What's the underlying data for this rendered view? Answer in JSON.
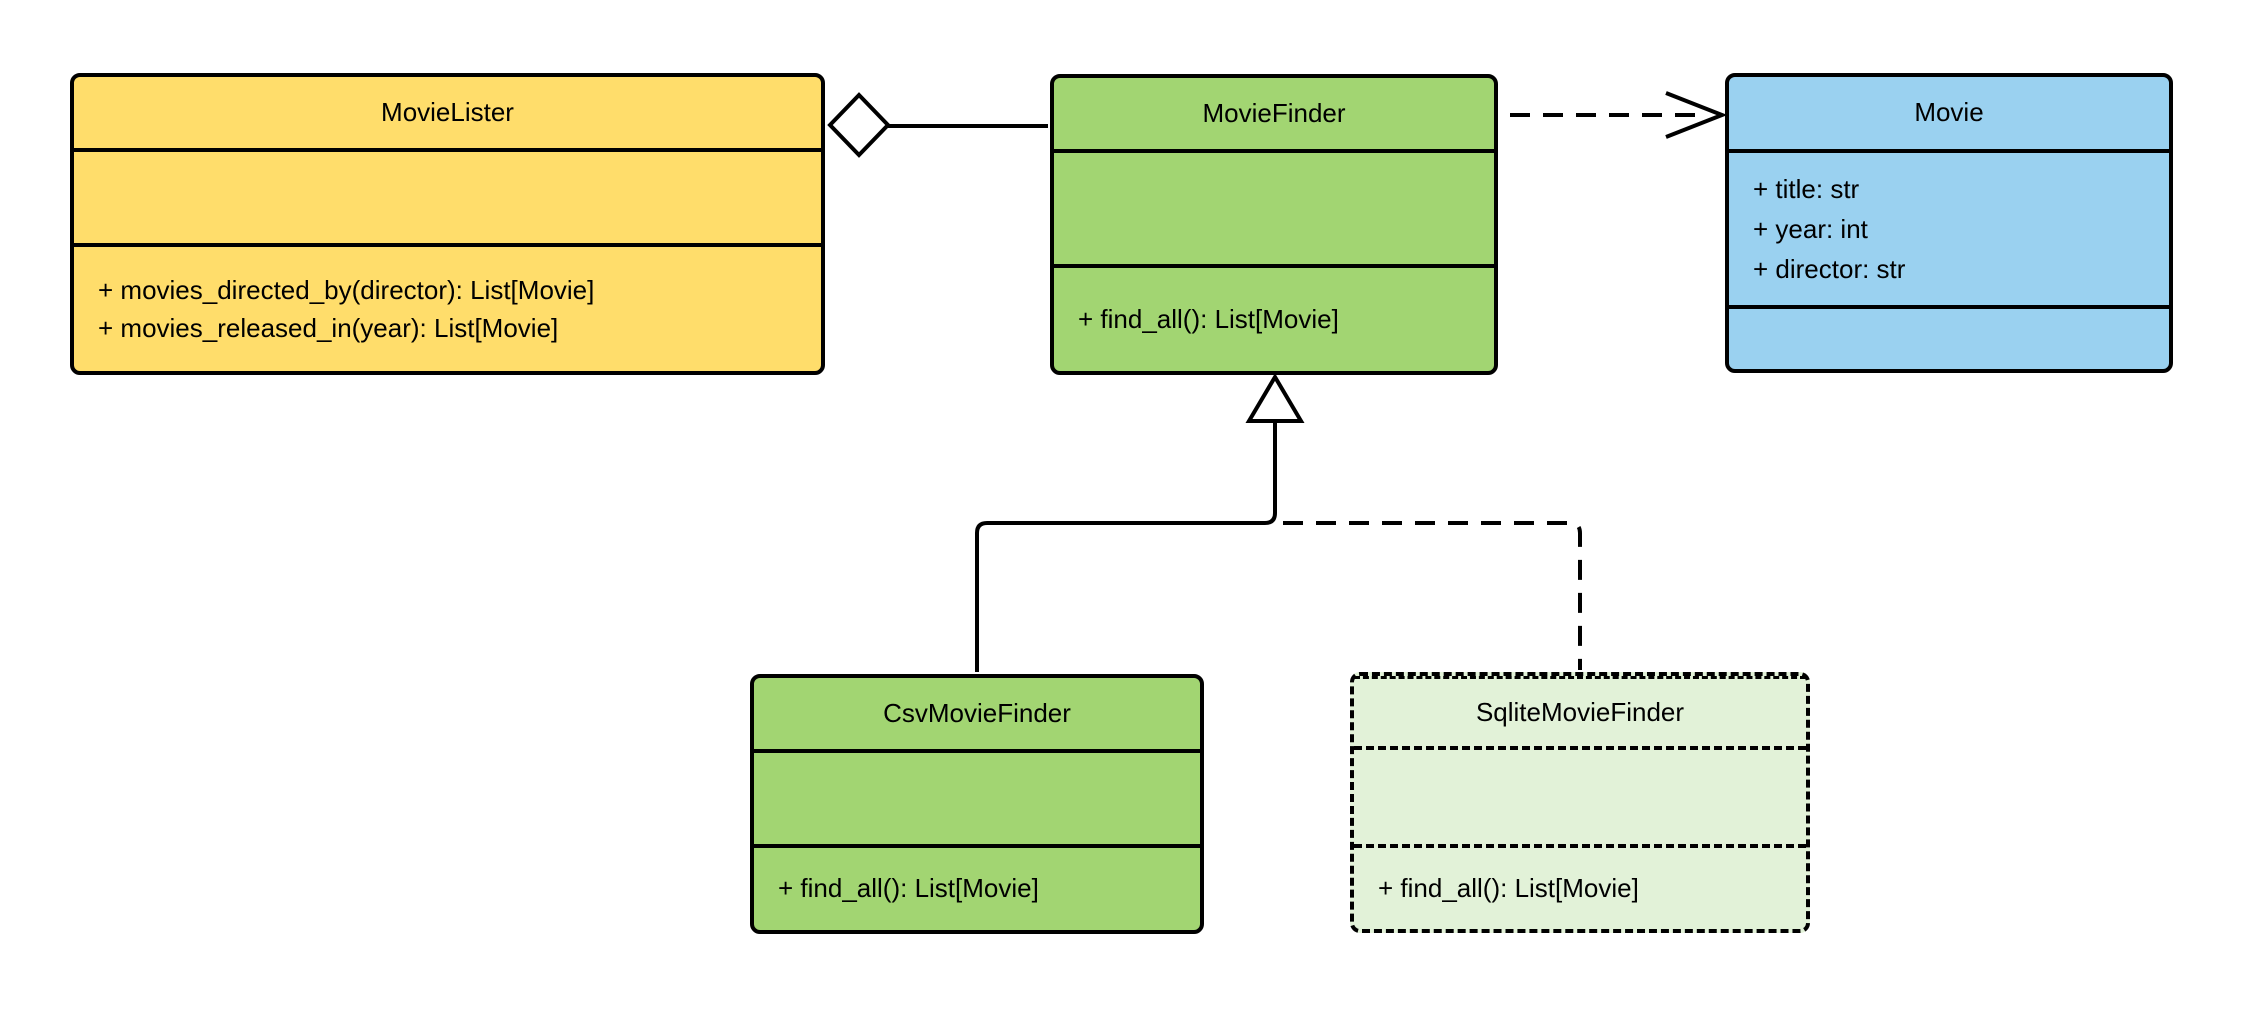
{
  "diagram": {
    "kind": "uml-class-diagram",
    "line_color": "#000000",
    "background": "#FFFFFF",
    "classes": [
      {
        "name": "MovieLister",
        "fill": "#FFDD6B",
        "border": "solid",
        "attributes": [],
        "methods": [
          "+ movies_directed_by(director): List[Movie]",
          "+ movies_released_in(year): List[Movie]"
        ]
      },
      {
        "name": "MovieFinder",
        "fill": "#A2D572",
        "border": "solid",
        "attributes": [],
        "methods": [
          "+ find_all(): List[Movie]"
        ]
      },
      {
        "name": "Movie",
        "fill": "#9AD1F0",
        "border": "solid",
        "attributes": [
          "+ title: str",
          "+ year: int",
          "+ director: str"
        ],
        "methods": []
      },
      {
        "name": "CsvMovieFinder",
        "fill": "#A2D572",
        "border": "solid",
        "attributes": [],
        "methods": [
          "+ find_all(): List[Movie]"
        ]
      },
      {
        "name": "SqliteMovieFinder",
        "fill": "#E2F2D8",
        "border": "dashed",
        "attributes": [],
        "methods": [
          "+ find_all(): List[Movie]"
        ]
      }
    ],
    "relationships": [
      {
        "type": "aggregation",
        "from": "MovieLister",
        "to": "MovieFinder",
        "line": "solid",
        "marker": "hollow-diamond-at-source"
      },
      {
        "type": "dependency",
        "from": "MovieFinder",
        "to": "Movie",
        "line": "dashed",
        "marker": "open-arrow-at-target"
      },
      {
        "type": "generalization",
        "from": "CsvMovieFinder",
        "to": "MovieFinder",
        "line": "solid",
        "marker": "hollow-triangle-at-target"
      },
      {
        "type": "generalization",
        "from": "SqliteMovieFinder",
        "to": "MovieFinder",
        "line": "dashed",
        "marker": "hollow-triangle-at-target"
      }
    ]
  }
}
